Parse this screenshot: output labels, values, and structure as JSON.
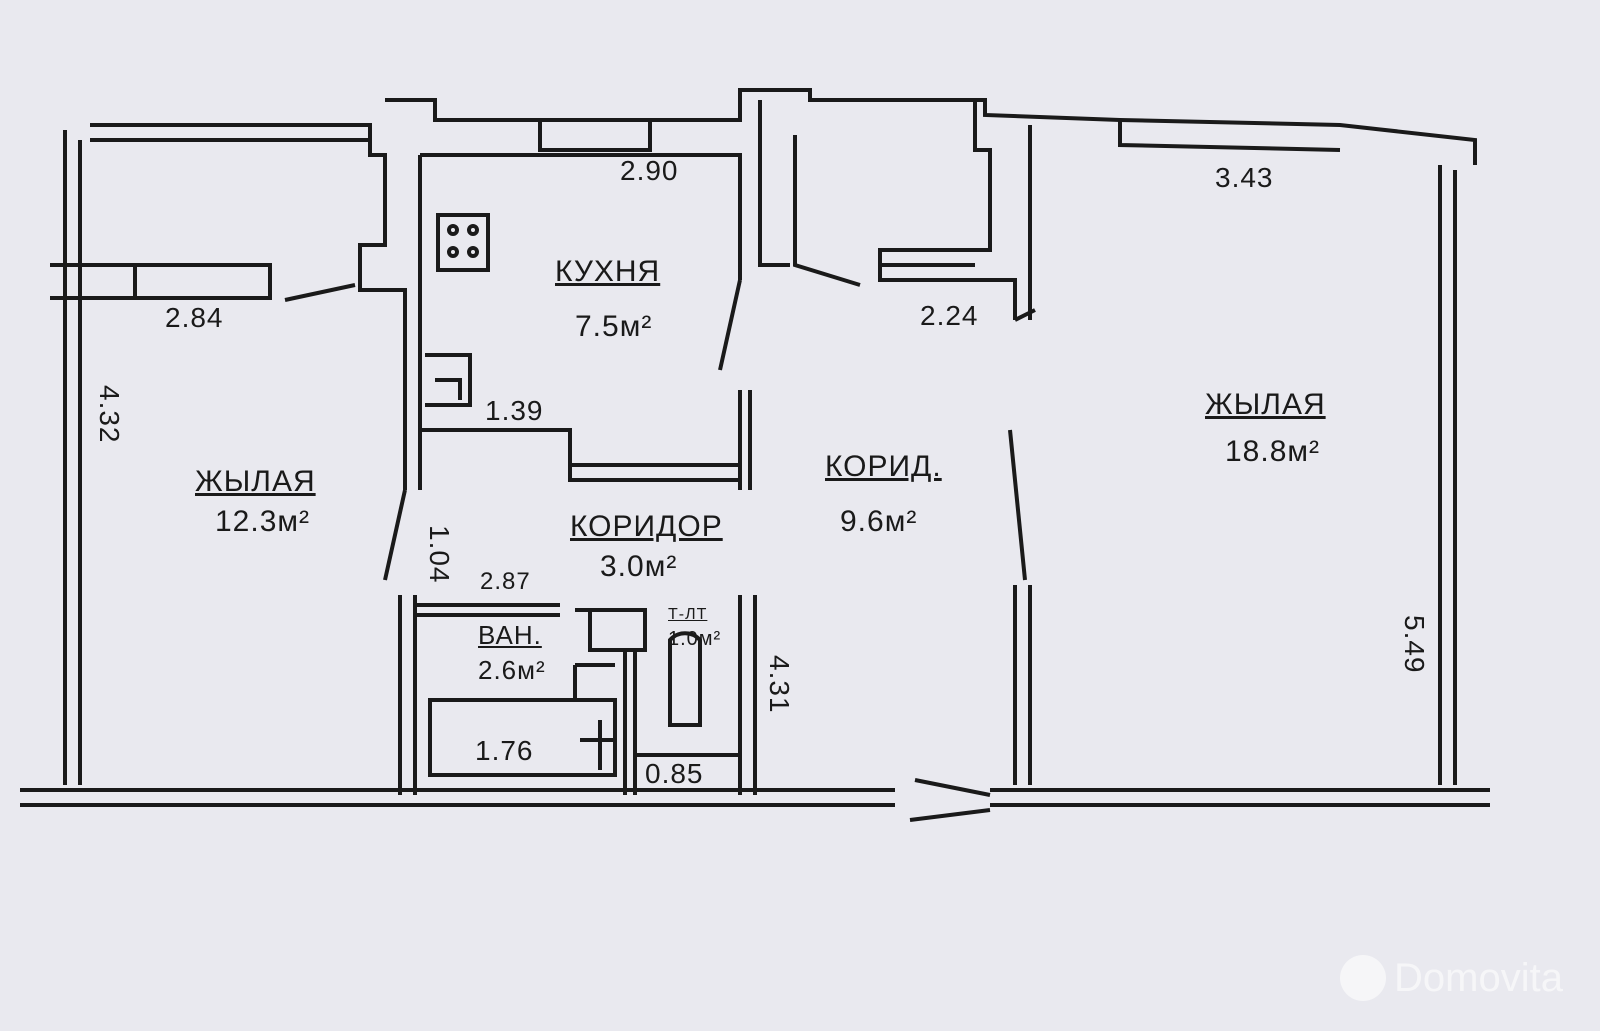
{
  "rooms": [
    {
      "name": "ЖЫЛАЯ",
      "area": "12.3м²"
    },
    {
      "name": "КУХНЯ",
      "area": "7.5м²"
    },
    {
      "name": "КОРИДОР",
      "area": "3.0м²"
    },
    {
      "name": "КОРИД.",
      "area": "9.6м²"
    },
    {
      "name": "ЖЫЛАЯ",
      "area": "18.8м²"
    },
    {
      "name": "ВАН.",
      "area": "2.6м²"
    },
    {
      "name": "Т-ЛТ",
      "area": "1.0м²"
    }
  ],
  "dimensions": [
    "2.90",
    "3.43",
    "2.84",
    "2.24",
    "4.32",
    "1.39",
    "1.04",
    "2.87",
    "1.76",
    "0.85",
    "4.31",
    "5.49"
  ],
  "watermark": "Domovita"
}
